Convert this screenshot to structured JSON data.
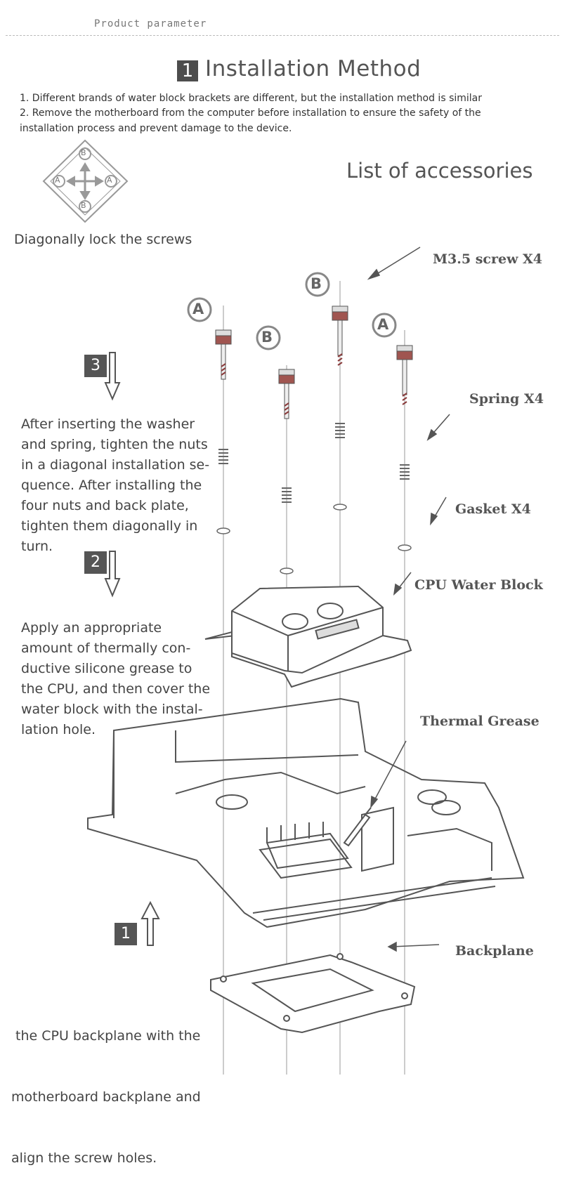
{
  "header": {
    "label": "Product parameter"
  },
  "title": {
    "number": "1",
    "text": "Installation Method"
  },
  "notes": [
    "1. Different brands of water block brackets are different, but the installation method is similar",
    "2. Remove the motherboard from the computer before installation to ensure the safety of the",
    "installation process and prevent damage to the device."
  ],
  "accessories_title": "List of accessories",
  "diagonal": {
    "caption": "Diagonally lock the screws",
    "letter_a": "A",
    "letter_b": "B"
  },
  "screw_markers": [
    "A",
    "B",
    "B",
    "A"
  ],
  "labels": {
    "screw": "M3.5 screw X4",
    "spring": "Spring X4",
    "gasket": "Gasket X4",
    "block": "CPU Water Block",
    "grease": "Thermal Grease",
    "backplane": "Backplane"
  },
  "steps": {
    "step3": {
      "number": "3",
      "lines": [
        "After inserting the washer",
        "and spring, tighten the nuts",
        "in a diagonal installation se-",
        "quence. After installing the",
        "four nuts and back plate,",
        "tighten them diagonally in",
        "turn."
      ]
    },
    "step2": {
      "number": "2",
      "lines": [
        "Apply an appropriate",
        "amount of thermally con-",
        "ductive silicone grease to",
        "the CPU, and then cover the",
        "water block with the instal-",
        "lation hole."
      ]
    },
    "step1": {
      "number": "1",
      "lines": [
        " the CPU backplane with the",
        "motherboard backplane and",
        "align the screw holes."
      ]
    }
  }
}
